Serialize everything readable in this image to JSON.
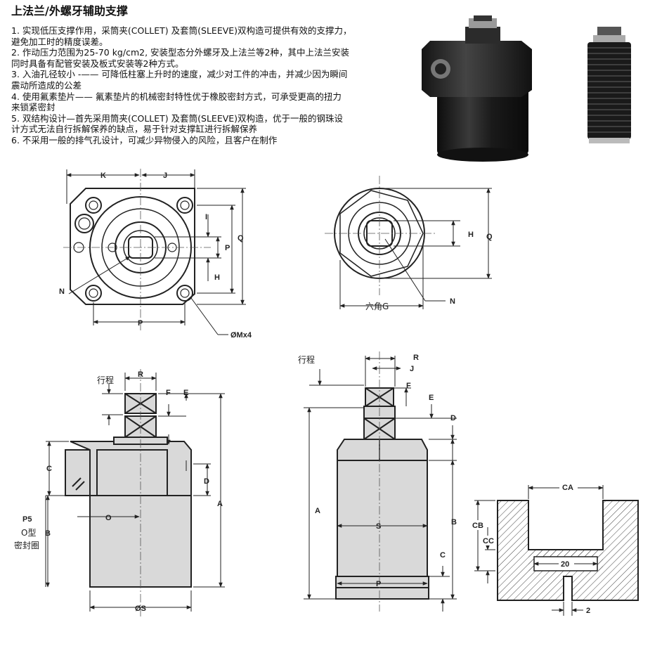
{
  "title": "上法兰/外螺牙辅助支撑",
  "features": [
    "1. 实现低压支撑作用，采筒夹(COLLET) 及套筒(SLEEVE)双构造可提供有效的支撑力，",
    "避免加工时的精度误差。",
    "2. 作动压力范围为25-70 kg/cm2, 安装型态分外螺牙及上法兰等2种，其中上法兰安装",
    "同时具备有配管安装及板式安装等2种方式。",
    "3. 入油孔径较小 -—— 可降低柱塞上升时的速度，减少对工件的冲击，并减少因为瞬间",
    "震动所造成的公差",
    "4. 使用氟素垫片—— 氟素垫片的机械密封特性优于橡胶密封方式，可承受更高的扭力",
    "来锁紧密封",
    "5. 双结构设计—首先采用筒夹(COLLET) 及套筒(SLEEVE)双构造，优于一般的钢珠设",
    "计方式无法自行拆解保养的缺点，易于针对支撑缸进行拆解保养",
    "6. 不采用一般的排气孔设计，可减少异物侵入的风险，且客户在制作"
  ],
  "labels": {
    "K": "K",
    "J": "J",
    "I": "I",
    "P": "P",
    "Q": "Q",
    "H": "H",
    "N": "N",
    "bolt": "ØMx4",
    "hex": "六角G",
    "R": "R",
    "stroke": "行程",
    "F": "F",
    "E": "E",
    "C": "C",
    "D": "D",
    "A": "A",
    "B": "B",
    "O": "O",
    "P5": "P5",
    "oring1": "O型",
    "oring2": "密封圈",
    "S": "ØS",
    "S2": "S",
    "CA": "CA",
    "CB": "CB",
    "CC": "CC",
    "d20": "20",
    "d2": "2"
  },
  "colors": {
    "body": "#1e1e1e",
    "gray": "#d9d9d9",
    "line": "#222222"
  }
}
